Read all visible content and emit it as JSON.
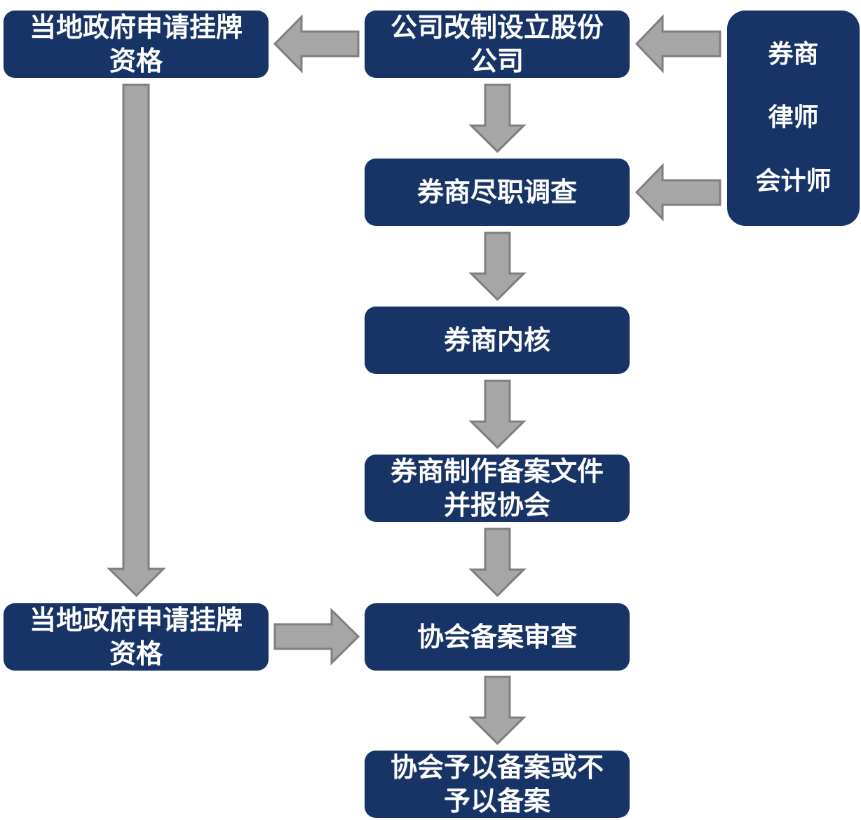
{
  "diagram": {
    "left_top": {
      "line1": "当地政府申请挂牌",
      "line2": "资格"
    },
    "left_bottom": {
      "line1": "当地政府申请挂牌",
      "line2": "资格"
    },
    "steps": [
      {
        "line1": "公司改制设立股份",
        "line2": "公司"
      },
      {
        "line1": "券商尽职调查"
      },
      {
        "line1": "券商内核"
      },
      {
        "line1": "券商制作备案文件",
        "line2": "并报协会"
      },
      {
        "line1": "协会备案审查"
      },
      {
        "line1": "协会予以备案或不",
        "line2": "予以备案"
      }
    ],
    "participants": [
      "券商",
      "律师",
      "会计师"
    ],
    "colors": {
      "box_fill": "#183366",
      "box_text": "#ffffff",
      "arrow_fill": "#a6a6a6",
      "arrow_stroke": "#7f7f7f"
    }
  }
}
